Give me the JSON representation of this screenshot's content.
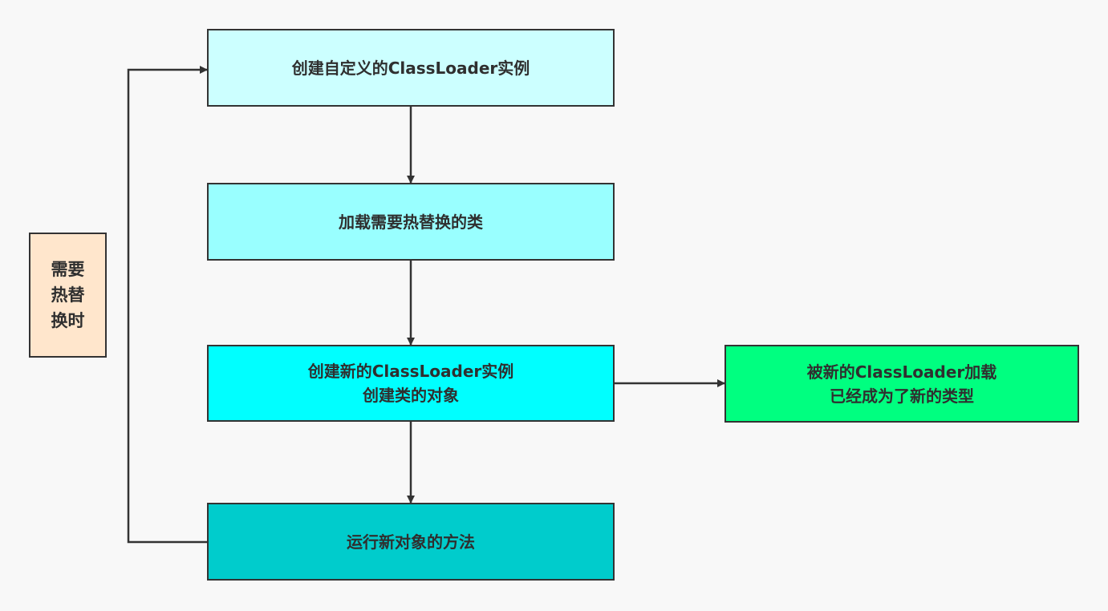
{
  "diagram": {
    "nodes": [
      {
        "id": "create-loader",
        "lines": [
          "创建自定义的ClassLoader实例"
        ],
        "fill": "#ccffff"
      },
      {
        "id": "load-class",
        "lines": [
          "加载需要热替换的类"
        ],
        "fill": "#99ffff"
      },
      {
        "id": "new-loader-instance",
        "lines": [
          "创建新的ClassLoader实例",
          "创建类的对象"
        ],
        "fill": "#00ffff"
      },
      {
        "id": "run-method",
        "lines": [
          "运行新对象的方法"
        ],
        "fill": "#00cccc"
      },
      {
        "id": "new-type",
        "lines": [
          "被新的ClassLoader加载",
          "已经成为了新的类型"
        ],
        "fill": "#00ff80"
      },
      {
        "id": "hot-swap-trigger",
        "lines": [
          "需要",
          "热替",
          "换时"
        ],
        "fill": "#ffe6cc"
      }
    ],
    "edges": [
      {
        "from": "create-loader",
        "to": "load-class"
      },
      {
        "from": "load-class",
        "to": "new-loader-instance"
      },
      {
        "from": "new-loader-instance",
        "to": "run-method"
      },
      {
        "from": "new-loader-instance",
        "to": "new-type"
      },
      {
        "from": "run-method",
        "to": "create-loader"
      }
    ],
    "colors": {
      "stroke": "#333333",
      "text": "#2f2f2f",
      "background": "#f8f8f8"
    }
  }
}
